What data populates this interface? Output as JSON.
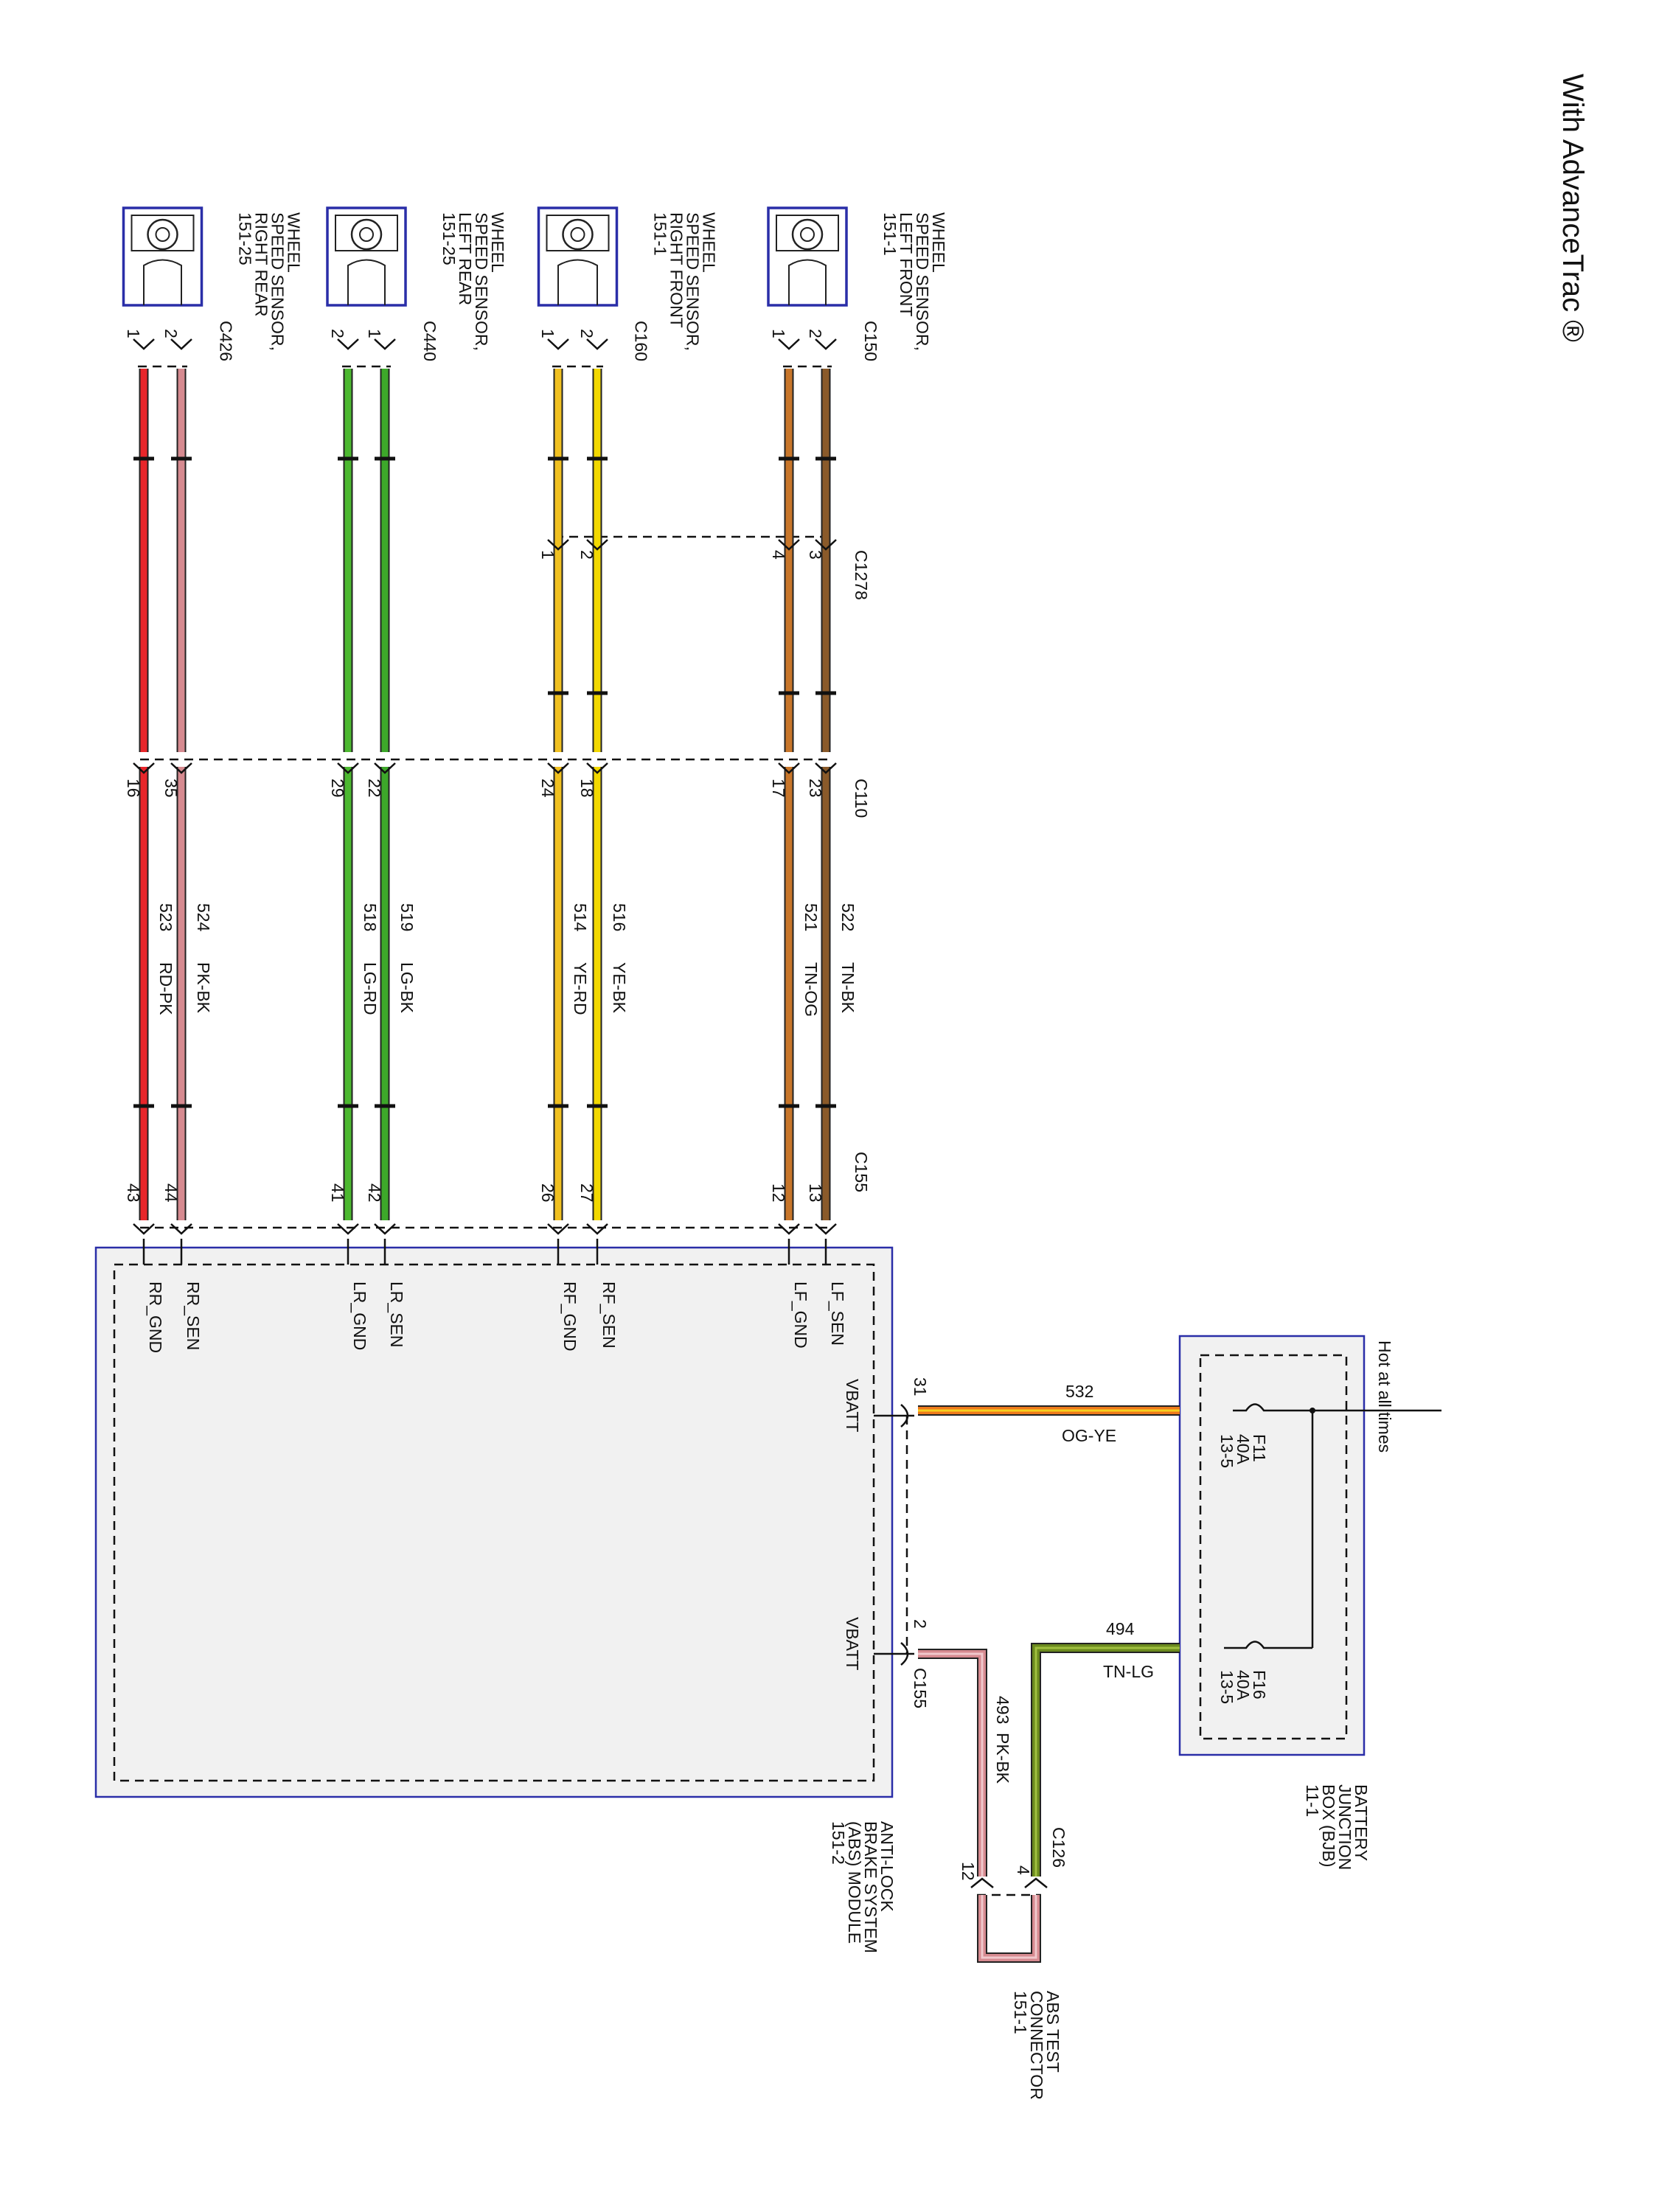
{
  "title": "With AdvanceTrac ®",
  "colors": {
    "module_fill": "#f1f1f1",
    "module_border": "#2a2ea8",
    "wire_outline": "#222222",
    "splice": "#111111"
  },
  "sensors": [
    {
      "id": "lf",
      "name_lines": [
        "WHEEL",
        "SPEED SENSOR,",
        "LEFT FRONT",
        "151-1"
      ],
      "connector": "C150",
      "sensor_pins": [
        "1",
        "2"
      ],
      "c1278_pins": [
        "4",
        "3"
      ],
      "c110_pins": [
        "17",
        "23"
      ],
      "c155_pins": [
        "12",
        "13"
      ],
      "circuits": [
        {
          "number": "521",
          "color": "TN-OG",
          "hex": "#c8762a"
        },
        {
          "number": "522",
          "color": "TN-BK",
          "hex": "#8a5a2a"
        }
      ],
      "module_pins": [
        "LF_GND",
        "LF_SEN"
      ]
    },
    {
      "id": "rf",
      "name_lines": [
        "WHEEL",
        "SPEED SENSOR,",
        "RIGHT FRONT",
        "151-1"
      ],
      "connector": "C160",
      "sensor_pins": [
        "1",
        "2"
      ],
      "c1278_pins": [
        "1",
        "2"
      ],
      "c110_pins": [
        "24",
        "18"
      ],
      "c155_pins": [
        "26",
        "27"
      ],
      "circuits": [
        {
          "number": "514",
          "color": "YE-RD",
          "hex": "#f0c020"
        },
        {
          "number": "516",
          "color": "YE-BK",
          "hex": "#f2d800"
        }
      ],
      "module_pins": [
        "RF_GND",
        "RF_SEN"
      ]
    },
    {
      "id": "lr",
      "name_lines": [
        "WHEEL",
        "SPEED SENSOR,",
        "LEFT REAR",
        "151-25"
      ],
      "connector": "C440",
      "sensor_pins": [
        "2",
        "1"
      ],
      "c110_pins": [
        "29",
        "22"
      ],
      "c155_pins": [
        "41",
        "42"
      ],
      "circuits": [
        {
          "number": "518",
          "color": "LG-RD",
          "hex": "#4cb830"
        },
        {
          "number": "519",
          "color": "LG-BK",
          "hex": "#3da82a"
        }
      ],
      "module_pins": [
        "LR_GND",
        "LR_SEN"
      ]
    },
    {
      "id": "rr",
      "name_lines": [
        "WHEEL",
        "SPEED SENSOR,",
        "RIGHT REAR",
        "151-25"
      ],
      "connector": "C426",
      "sensor_pins": [
        "1",
        "2"
      ],
      "c110_pins": [
        "16",
        "35"
      ],
      "c155_pins": [
        "43",
        "44"
      ],
      "circuits": [
        {
          "number": "523",
          "color": "RD-PK",
          "hex": "#e8262a"
        },
        {
          "number": "524",
          "color": "PK-BK",
          "hex": "#d68a90"
        }
      ],
      "module_pins": [
        "RR_GND",
        "RR_SEN"
      ]
    }
  ],
  "connectors": {
    "inline_front": "C1278",
    "inline_main": "C110",
    "module_side": "C155"
  },
  "abs_module": {
    "name_lines": [
      "ANTI-LOCK",
      "BRAKE SYSTEM",
      "(ABS) MODULE",
      "151-2"
    ],
    "vbatt_labels": [
      "VBATT",
      "VBATT"
    ],
    "vbatt_pins": [
      "31",
      "2"
    ],
    "vbatt_connector": "C155"
  },
  "bjb": {
    "name_lines": [
      "BATTERY",
      "JUNCTION",
      "BOX (BJB)",
      "11-1"
    ],
    "hot_label": "Hot at all times",
    "fuses": [
      {
        "name": "F11",
        "rating": "40A",
        "ref": "13-5"
      },
      {
        "name": "F16",
        "rating": "40A",
        "ref": "13-5"
      }
    ]
  },
  "feed_wires": [
    {
      "number": "532",
      "color": "OG-YE",
      "hex": "#ee7a1c",
      "stripe": "#f5d020"
    },
    {
      "number": "494",
      "color": "TN-LG",
      "hex": "#6b8a1e",
      "stripe": "#a0c040"
    },
    {
      "number": "493",
      "color": "PK-BK",
      "hex": "#d68a90",
      "stripe": "#f0c8cc"
    }
  ],
  "test_connector": {
    "name_lines": [
      "ABS TEST",
      "CONNECTOR",
      "151-1"
    ],
    "connector": "C126",
    "pins": [
      "4",
      "12"
    ]
  }
}
